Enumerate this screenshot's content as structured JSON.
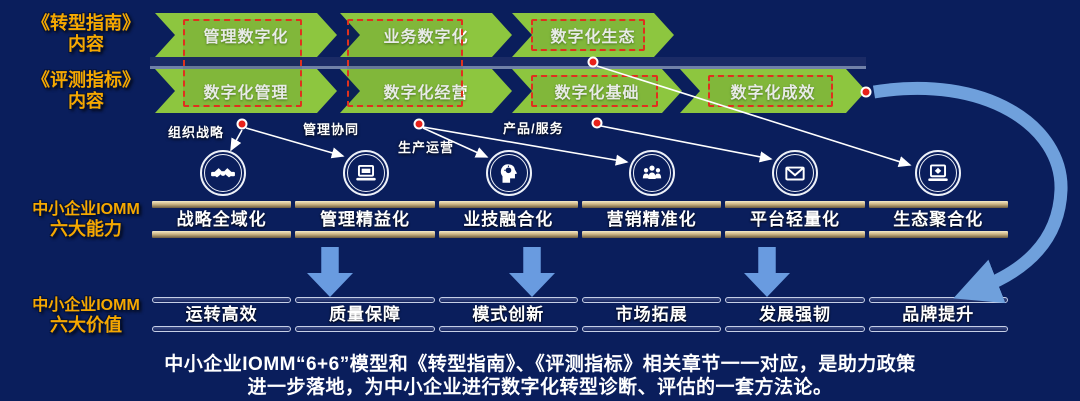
{
  "left_labels": {
    "guide": {
      "line1": "《转型指南》",
      "line2": "内容"
    },
    "metrics": {
      "line1": "《评测指标》",
      "line2": "内容"
    },
    "abilities": {
      "line1": "中小企业IOMM",
      "line2": "六大能力"
    },
    "values": {
      "line1": "中小企业IOMM",
      "line2": "六大价值"
    }
  },
  "guide_chapters": [
    "管理数字化",
    "业务数字化",
    "数字化生态"
  ],
  "metric_chapters": [
    "数字化管理",
    "数字化经营",
    "数字化基础",
    "数字化成效"
  ],
  "dimension_labels": [
    "组织战略",
    "管理协同",
    "生产运营",
    "产品/服务"
  ],
  "ability_icons": [
    "handshake-icon",
    "laptop-icon",
    "innovation-head-icon",
    "people-group-icon",
    "envelope-icon",
    "laptop-diamond-icon"
  ],
  "abilities": [
    "战略全域化",
    "管理精益化",
    "业技融合化",
    "营销精准化",
    "平台轻量化",
    "生态聚合化"
  ],
  "values": [
    "运转高效",
    "质量保障",
    "模式创新",
    "市场拓展",
    "发展强韧",
    "品牌提升"
  ],
  "caption": {
    "line1": "中小企业IOMM“6+6”模型和《转型指南》、《评测指标》相关章节一一对应，是助力政策",
    "line2": "进一步落地，为中小企业进行数字化转型诊断、评估的一套方法论。"
  },
  "colors": {
    "background": "#0A1E5C",
    "chevron_green": "#8DC63F",
    "dashed_box_red": "#E0301E",
    "label_orange": "#F6A800",
    "gold_bar": "#CDB685",
    "arrow_blue": "#699BE0",
    "curve_blue": "#6FA0DC",
    "dot_red": "#E8211A",
    "text_white": "#FFFFFF"
  }
}
